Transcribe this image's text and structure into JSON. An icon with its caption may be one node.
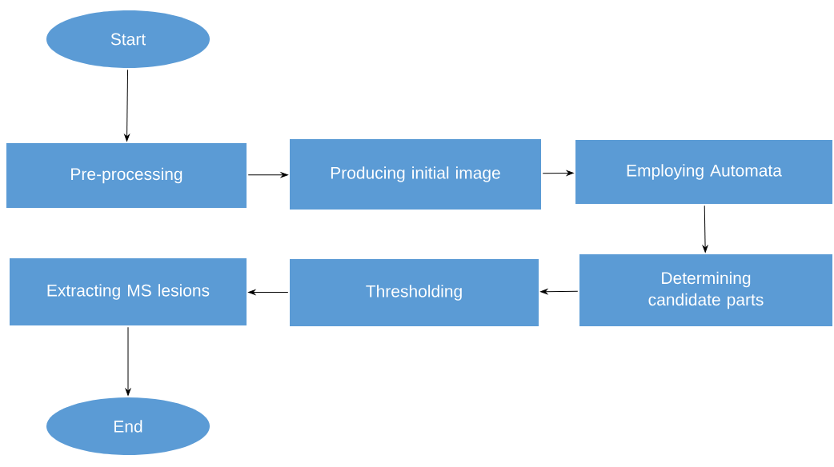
{
  "diagram": {
    "nodes": [
      {
        "text": [
          "Start"
        ]
      },
      {
        "text": [
          "Pre-processing"
        ]
      },
      {
        "text": [
          "Producing initial image"
        ]
      },
      {
        "text": [
          "Employing Automata"
        ]
      },
      {
        "text": [
          "Determining candidate parts"
        ]
      },
      {
        "text": [
          "Thresholding"
        ]
      },
      {
        "text": [
          "Extracting MS lesions"
        ]
      },
      {
        "text": [
          "End"
        ]
      }
    ],
    "edges": [
      {
        "from": 0,
        "to": 1,
        "arrow": "to"
      },
      {
        "from": 1,
        "to": 2,
        "arrow": "to"
      },
      {
        "from": 2,
        "to": 3,
        "arrow": "to"
      },
      {
        "from": 3,
        "to": 4,
        "arrow": "to"
      },
      {
        "from": 4,
        "to": 5,
        "arrow": "to"
      },
      {
        "from": 5,
        "to": 6,
        "arrow": "to"
      },
      {
        "from": 6,
        "to": 7,
        "arrow": "to"
      }
    ]
  }
}
